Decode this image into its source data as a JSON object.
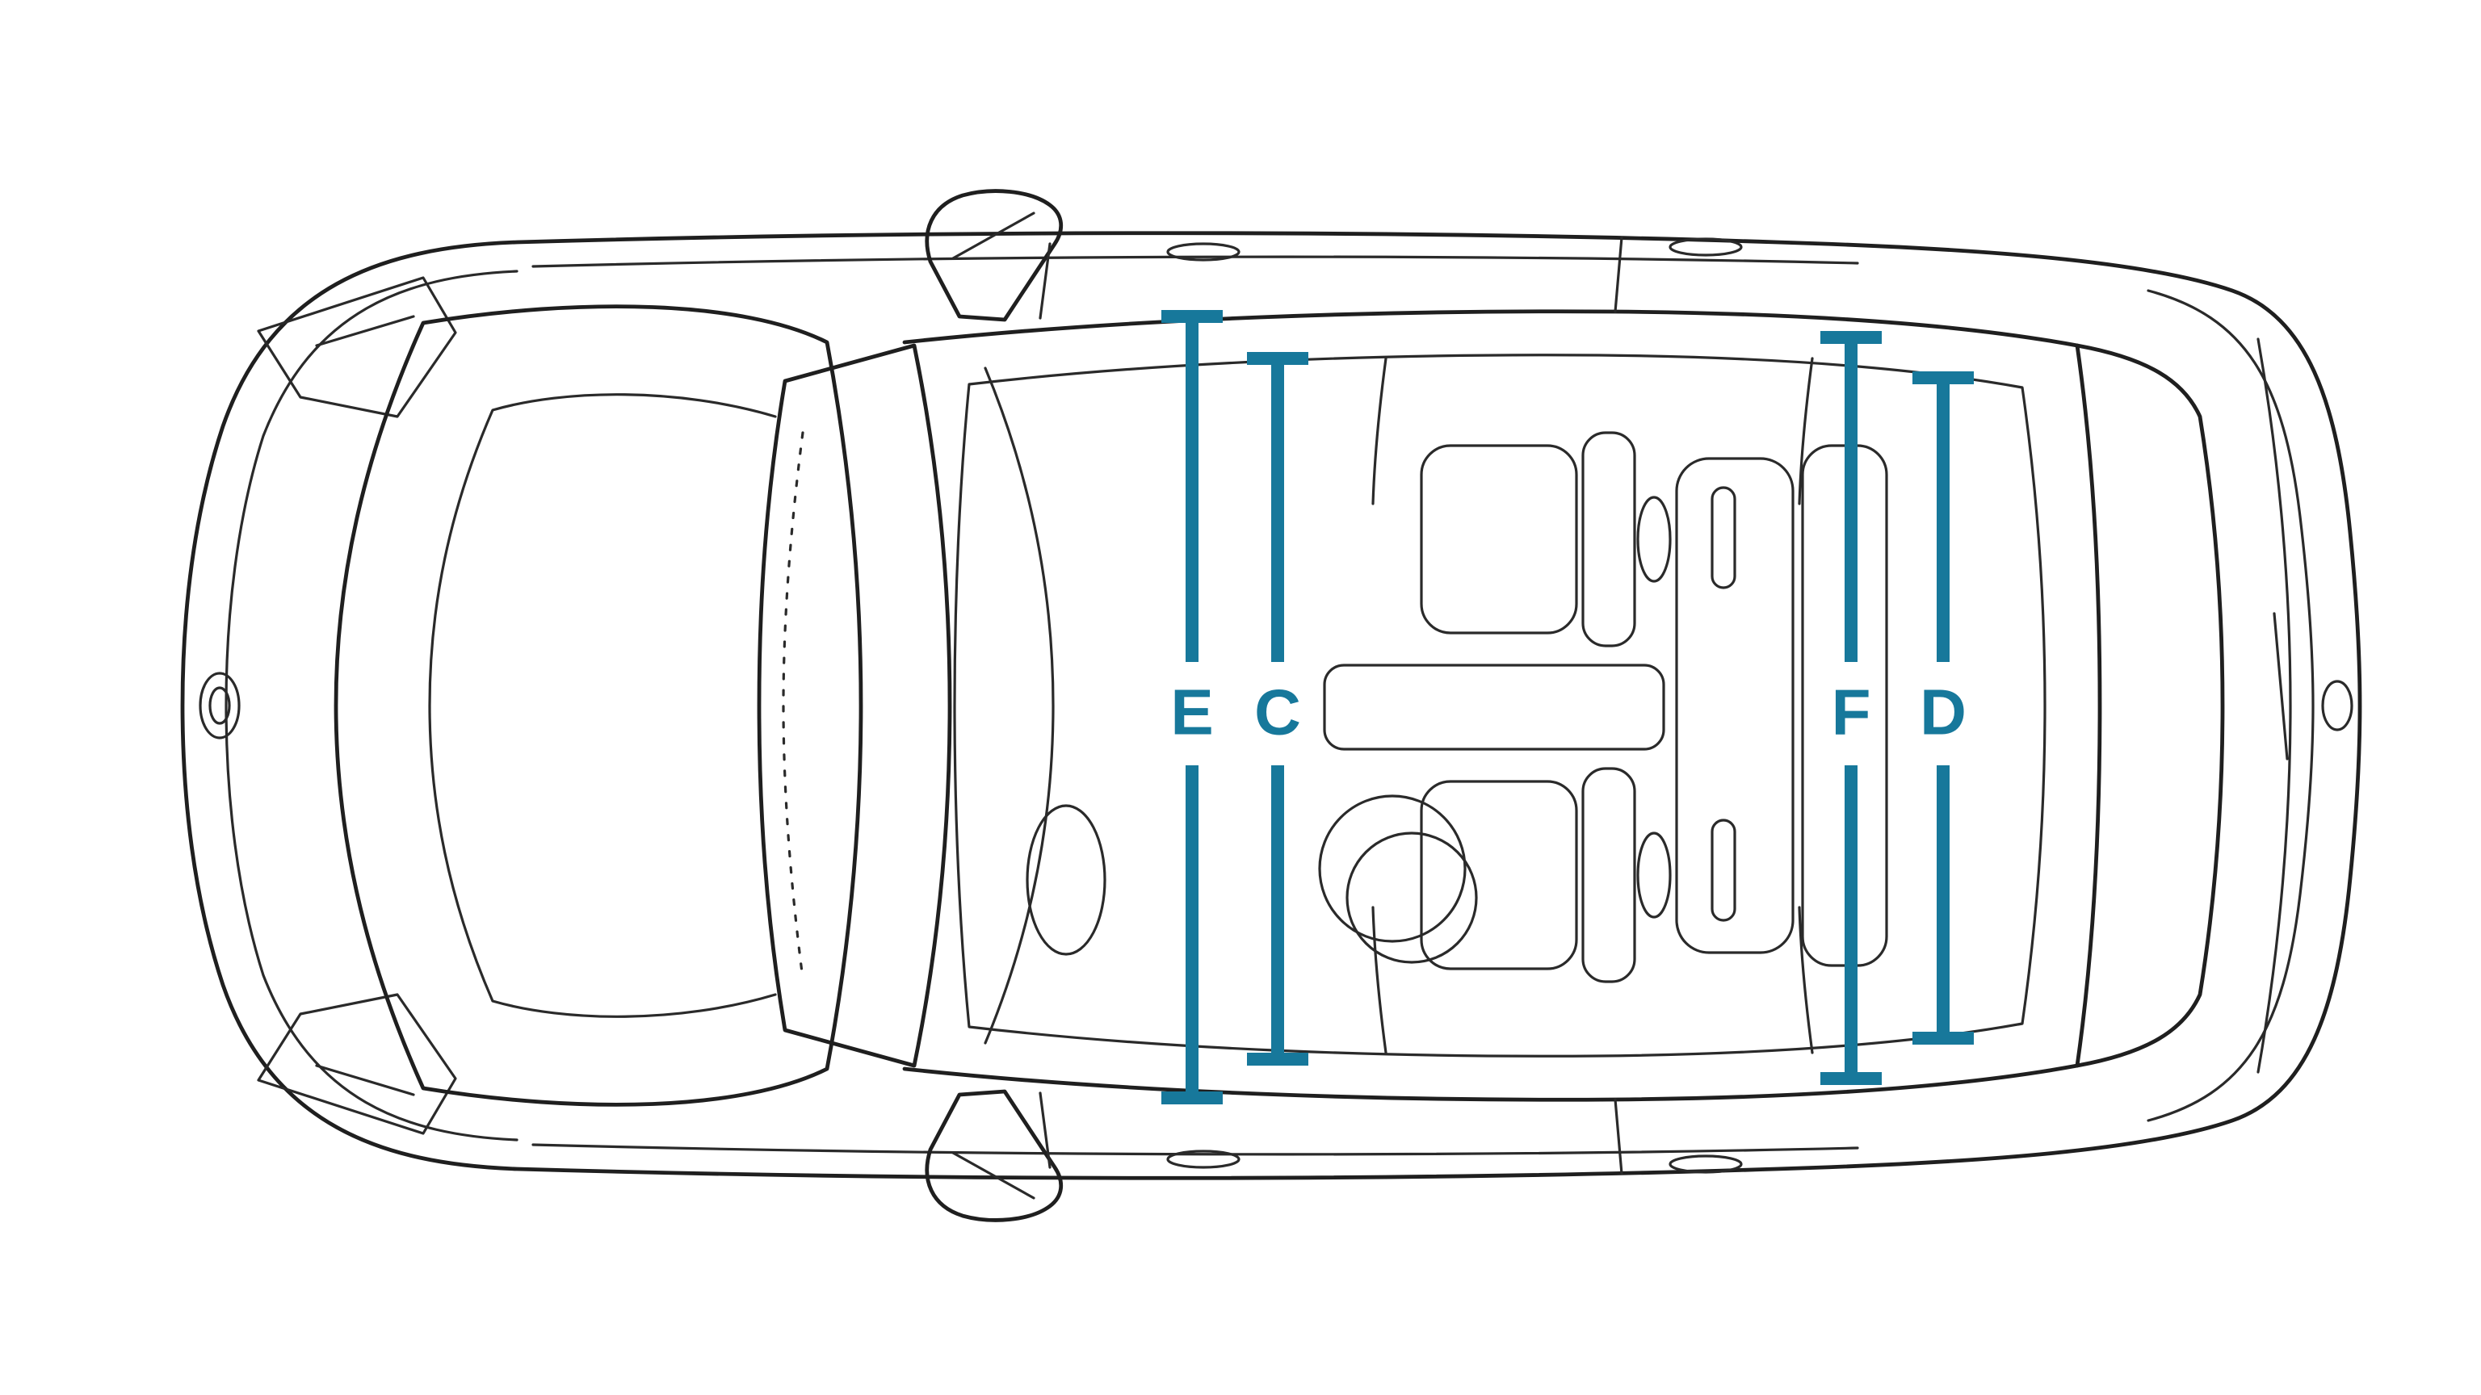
{
  "diagram": {
    "accent_color": "#17789b",
    "line_color": "#1f1f1f",
    "background_color": "#ffffff",
    "dimension_markers": [
      {
        "label": "E"
      },
      {
        "label": "C"
      },
      {
        "label": "F"
      },
      {
        "label": "D"
      }
    ]
  }
}
